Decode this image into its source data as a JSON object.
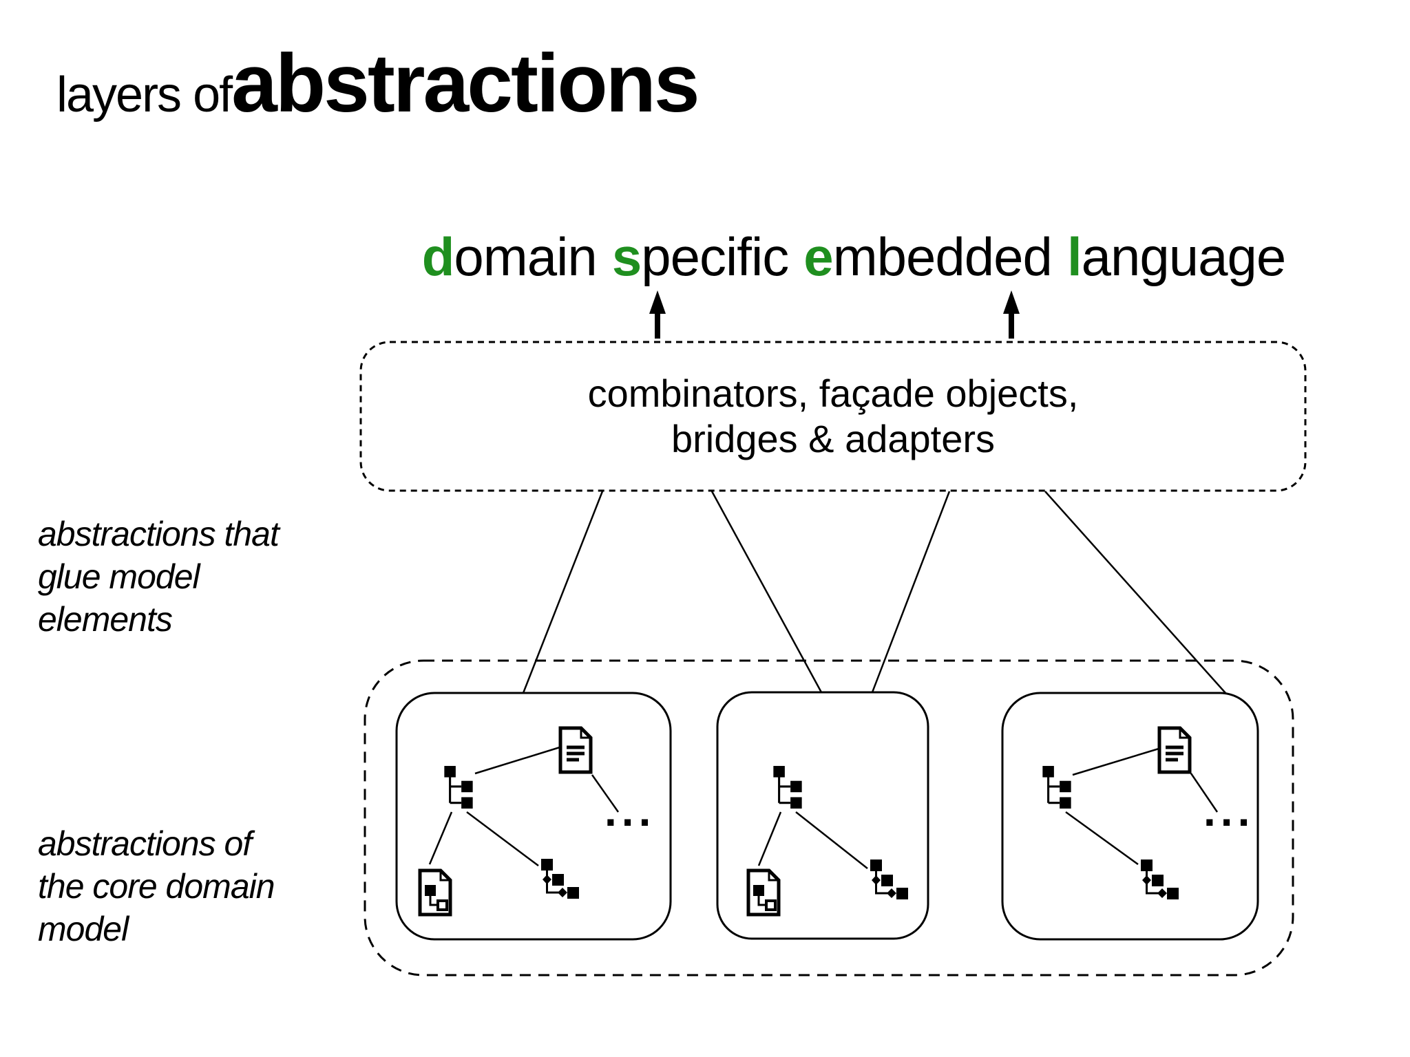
{
  "slide": {
    "title": {
      "prefix": "layers of ",
      "emphasis": "abstractions"
    },
    "dsel": {
      "words": [
        {
          "initial": "d",
          "rest": "omain"
        },
        {
          "initial": "s",
          "rest": "pecific"
        },
        {
          "initial": "e",
          "rest": "mbedded"
        },
        {
          "initial": "l",
          "rest": "anguage"
        }
      ]
    },
    "glue_box": {
      "line1": "combinators, façade objects,",
      "line2": "bridges & adapters"
    },
    "labels": {
      "glue": {
        "lines": [
          "abstractions that",
          "glue model",
          "elements"
        ]
      },
      "core": {
        "lines": [
          "abstractions of",
          "the core domain",
          "model"
        ]
      }
    },
    "model_groups": {
      "ellipsis": "..."
    },
    "icons": [
      "tree-icon",
      "document-icon",
      "model-file-icon",
      "flow-icon",
      "up-arrow-icon"
    ],
    "colors": {
      "ink": "#000000",
      "background": "#ffffff",
      "accent_green": "#1f8f1f"
    }
  }
}
